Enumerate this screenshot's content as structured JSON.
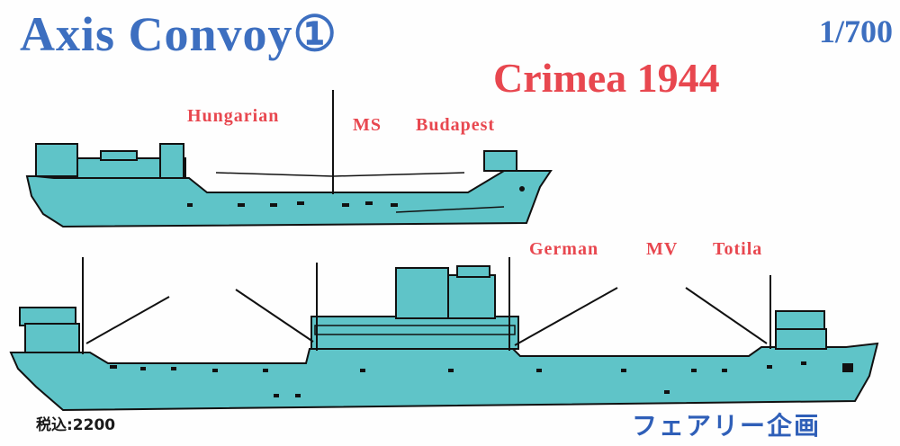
{
  "title": "Axis Convoy①",
  "scale": "1/700",
  "subtitle": "Crimea 1944",
  "ship1": {
    "nationality": "Hungarian",
    "type": "MS",
    "name": "Budapest"
  },
  "ship2": {
    "nationality": "German",
    "type": "MV",
    "name": "Totila"
  },
  "price": "税込:2200",
  "maker": "フェアリー企画",
  "colors": {
    "title": "#3d6fc0",
    "accent": "#e8474f",
    "hull": "#5fc4c8",
    "ink": "#111111"
  }
}
